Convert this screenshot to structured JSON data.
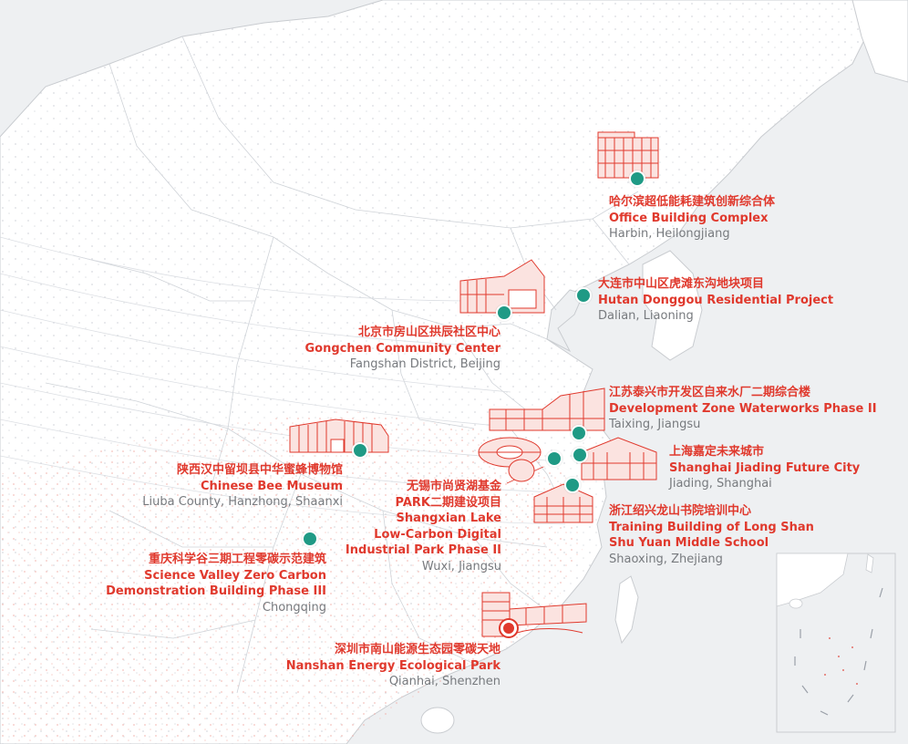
{
  "map": {
    "colors": {
      "sea": "#eef0f2",
      "land": "#ffffff",
      "border": "#c9ccd0",
      "marker": "#1f9a85",
      "accent": "#e0392d",
      "location_text": "#777a7e"
    }
  },
  "projects": [
    {
      "cn": "哈尔滨超低能耗建筑创新综合体",
      "en": "Office Building Complex",
      "loc": "Harbin, Heilongjiang",
      "marker": "teal"
    },
    {
      "cn": "大连市中山区虎滩东沟地块项目",
      "en": "Hutan Donggou Residential Project",
      "loc": "Dalian, Liaoning",
      "marker": "teal"
    },
    {
      "cn": "北京市房山区拱辰社区中心",
      "en": "Gongchen Community Center",
      "loc": "Fangshan District, Beijing",
      "marker": "teal"
    },
    {
      "cn": "江苏泰兴市开发区自来水厂二期综合楼",
      "en": "Development Zone Waterworks Phase II",
      "loc": "Taixing, Jiangsu",
      "marker": "teal"
    },
    {
      "cn": "上海嘉定未来城市",
      "en": "Shanghai Jiading Future City",
      "loc": "Jiading, Shanghai",
      "marker": "teal"
    },
    {
      "cn": "陕西汉中留坝县中华蜜蜂博物馆",
      "en": "Chinese Bee Museum",
      "loc": "Liuba County, Hanzhong, Shaanxi",
      "marker": "teal"
    },
    {
      "cn": "无锡市尚贤湖基金",
      "cn2": "PARK二期建设项目",
      "en": "Shangxian Lake",
      "en2": "Low-Carbon Digital",
      "en3": "Industrial Park Phase II",
      "loc": "Wuxi, Jiangsu",
      "marker": "teal"
    },
    {
      "cn": "浙江绍兴龙山书院培训中心",
      "en": "Training Building of Long Shan",
      "en2": "Shu Yuan Middle School",
      "loc": "Shaoxing, Zhejiang",
      "marker": "teal"
    },
    {
      "cn": "重庆科学谷三期工程零碳示范建筑",
      "en": "Science Valley Zero Carbon",
      "en2": "Demonstration Building Phase III",
      "loc": "Chongqing",
      "marker": "teal"
    },
    {
      "cn": "深圳市南山能源生态园零碳天地",
      "en": "Nanshan Energy Ecological Park",
      "loc": "Qianhai, Shenzhen",
      "marker": "red"
    }
  ]
}
